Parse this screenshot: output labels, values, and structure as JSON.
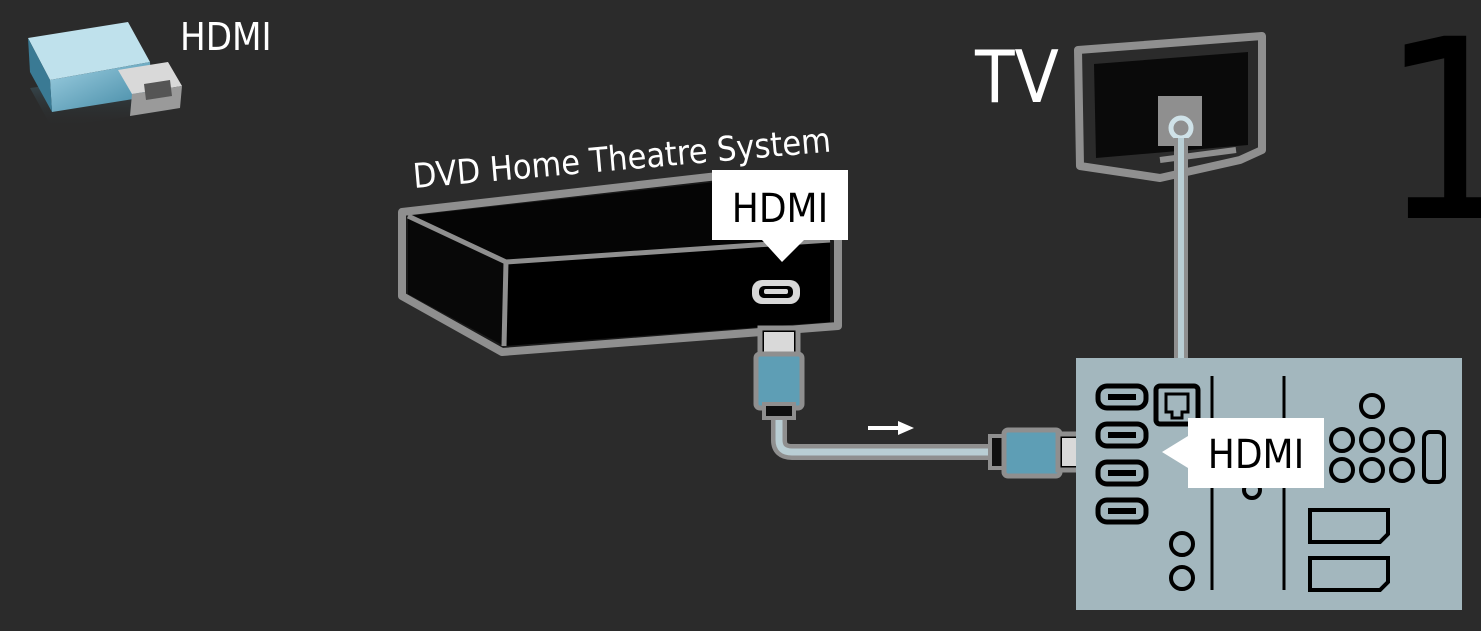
{
  "diagram": {
    "step_number": "1",
    "connector_label": "HDMI",
    "tv_label": "TV",
    "device_label": "DVD Home Theatre System",
    "device_port_label": "HDMI",
    "tv_port_label": "HDMI"
  },
  "icons": {
    "connector": "hdmi-plug-icon",
    "tv": "tv-rear-icon",
    "device": "home-theatre-box-icon",
    "panel": "tv-connector-panel-icon",
    "direction": "right-arrow-icon"
  },
  "colors": {
    "background": "#2b2b2b",
    "outline": "#8f8f8f",
    "panel": "#a3b7be",
    "cable_core": "#b9ced4",
    "plug_blue": "#5e9eb5",
    "label_bg": "#ffffff",
    "label_text": "#000000"
  }
}
